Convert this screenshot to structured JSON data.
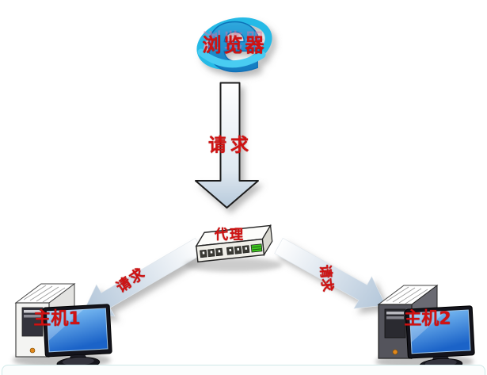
{
  "diagram": {
    "nodes": {
      "browser": {
        "label": "浏览器",
        "icon": "ie-browser-logo"
      },
      "proxy": {
        "label": "代理",
        "icon": "network-router"
      },
      "host1": {
        "label": "主机1",
        "icon": "desktop-computer"
      },
      "host2": {
        "label": "主机2",
        "icon": "desktop-computer"
      }
    },
    "edges": {
      "browser_to_proxy": {
        "label": "请求",
        "direction": "down"
      },
      "proxy_to_host1": {
        "label": "请求",
        "direction": "down-left"
      },
      "proxy_to_host2": {
        "label": "请求",
        "direction": "down-right"
      }
    },
    "colors": {
      "label_red": "#d01212",
      "arrow_light": "#ffffff",
      "arrow_steel": "#b5c8da",
      "arrow_outline": "#1a1a1a",
      "browser_cyan": "#29bde9",
      "browser_blue_dark": "#0b67b4",
      "screen_blue": "#2f7fd9",
      "router_led_green": "#3fca1f",
      "panel_border": "#cfe9e9"
    }
  }
}
